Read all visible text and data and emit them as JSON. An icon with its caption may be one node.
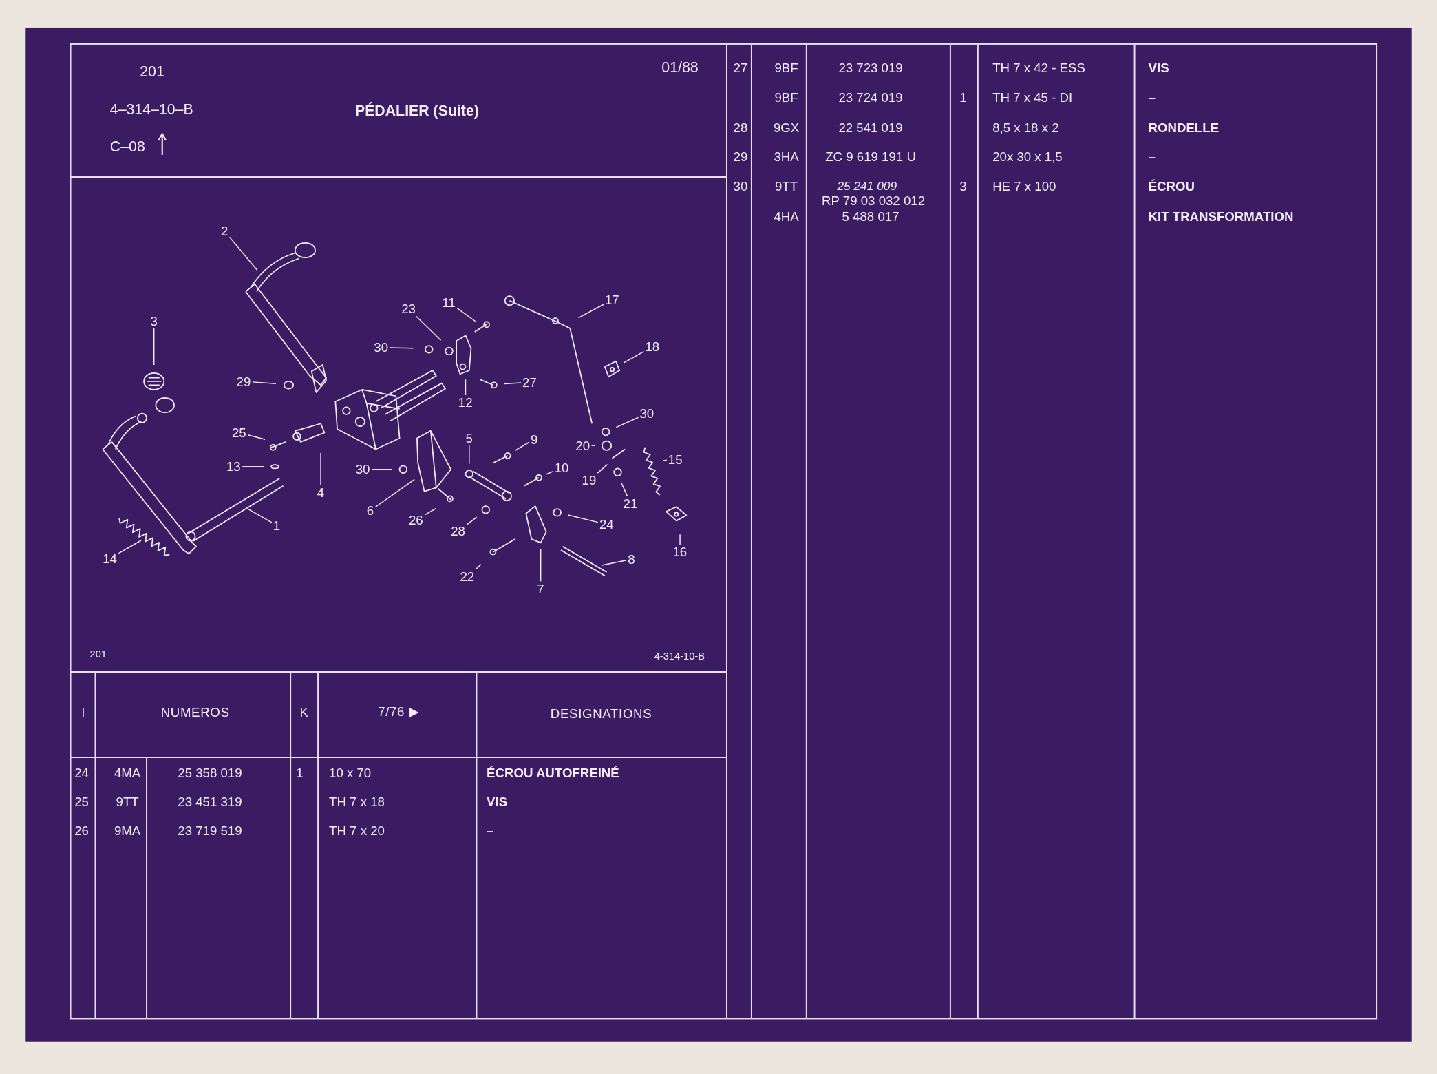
{
  "diagram": {
    "title": "PÉDALIER (Suite)",
    "nodes": [
      {
        "text": [
          "2"
        ]
      },
      {
        "text": [
          "17"
        ]
      },
      {
        "text": [
          "11"
        ]
      },
      {
        "text": [
          "3"
        ]
      },
      {
        "text": [
          "23"
        ]
      },
      {
        "text": [
          "30"
        ]
      },
      {
        "text": [
          "18"
        ]
      },
      {
        "text": [
          "29"
        ]
      },
      {
        "text": [
          "27"
        ]
      },
      {
        "text": [
          "12"
        ]
      },
      {
        "text": [
          "30"
        ]
      },
      {
        "text": [
          "25"
        ]
      },
      {
        "text": [
          "5"
        ]
      },
      {
        "text": [
          "9"
        ]
      },
      {
        "text": [
          "20"
        ]
      },
      {
        "text": [
          "15"
        ]
      },
      {
        "text": [
          "13"
        ]
      },
      {
        "text": [
          "30"
        ]
      },
      {
        "text": [
          "10"
        ]
      },
      {
        "text": [
          "19"
        ]
      },
      {
        "text": [
          "4"
        ]
      },
      {
        "text": [
          "21"
        ]
      },
      {
        "text": [
          "6"
        ]
      },
      {
        "text": [
          "26"
        ]
      },
      {
        "text": [
          "24"
        ]
      },
      {
        "text": [
          "1"
        ]
      },
      {
        "text": [
          "28"
        ]
      },
      {
        "text": [
          "16"
        ]
      },
      {
        "text": [
          "14"
        ]
      },
      {
        "text": [
          "8"
        ]
      },
      {
        "text": [
          "22"
        ]
      },
      {
        "text": [
          "7"
        ]
      }
    ],
    "edges": [
      {
        "from": 0,
        "to": null,
        "arrow": "none"
      },
      {
        "from": 1,
        "to": null,
        "arrow": "none"
      },
      {
        "from": 2,
        "to": null,
        "arrow": "none"
      },
      {
        "from": 3,
        "to": null,
        "arrow": "none"
      },
      {
        "from": 4,
        "to": null,
        "arrow": "none"
      },
      {
        "from": 5,
        "to": null,
        "arrow": "none"
      },
      {
        "from": 6,
        "to": null,
        "arrow": "none"
      },
      {
        "from": 7,
        "to": null,
        "arrow": "none"
      },
      {
        "from": 8,
        "to": null,
        "arrow": "none"
      },
      {
        "from": 9,
        "to": null,
        "arrow": "none"
      },
      {
        "from": 10,
        "to": null,
        "arrow": "none"
      },
      {
        "from": 11,
        "to": null,
        "arrow": "none"
      },
      {
        "from": 12,
        "to": null,
        "arrow": "none"
      },
      {
        "from": 13,
        "to": null,
        "arrow": "none"
      },
      {
        "from": 14,
        "to": null,
        "arrow": "none"
      },
      {
        "from": 15,
        "to": null,
        "arrow": "none"
      },
      {
        "from": 16,
        "to": null,
        "arrow": "none"
      },
      {
        "from": 17,
        "to": null,
        "arrow": "none"
      },
      {
        "from": 18,
        "to": null,
        "arrow": "none"
      },
      {
        "from": 19,
        "to": null,
        "arrow": "none"
      },
      {
        "from": 20,
        "to": null,
        "arrow": "none"
      },
      {
        "from": 21,
        "to": null,
        "arrow": "none"
      },
      {
        "from": 22,
        "to": null,
        "arrow": "none"
      },
      {
        "from": 23,
        "to": null,
        "arrow": "none"
      },
      {
        "from": 24,
        "to": null,
        "arrow": "none"
      },
      {
        "from": 25,
        "to": null,
        "arrow": "none"
      },
      {
        "from": 26,
        "to": null,
        "arrow": "none"
      },
      {
        "from": 27,
        "to": null,
        "arrow": "none"
      },
      {
        "from": 28,
        "to": null,
        "arrow": "none"
      },
      {
        "from": 29,
        "to": null,
        "arrow": "none"
      },
      {
        "from": 30,
        "to": null,
        "arrow": "none"
      },
      {
        "from": 31,
        "to": null,
        "arrow": "none"
      }
    ],
    "labels": [
      "201",
      "4–314–10–B",
      "C–08",
      "01/88",
      "201",
      "4-314-10-B",
      "I",
      "NUMEROS",
      "K",
      "7/76 ▶",
      "DESIGNATIONS",
      "24",
      "4MA",
      "25 358 019",
      "1",
      "10 x 70",
      "ÉCROU AUTOFREINÉ",
      "25",
      "9TT",
      "23 451 319",
      "TH 7 x 18",
      "VIS",
      "26",
      "9MA",
      "23 719 519",
      "TH 7 x 20",
      "–",
      "27",
      "9BF",
      "23 723 019",
      "TH 7 x 42 - ESS",
      "VIS",
      "9BF",
      "23 724 019",
      "1",
      "TH 7 x 45 - DI",
      "–",
      "28",
      "9GX",
      "22 541 019",
      "8,5 x 18 x 2",
      "RONDELLE",
      "29",
      "3HA",
      "ZC 9 619 191 U",
      "20x 30 x 1,5",
      "–",
      "30",
      "9TT",
      "25 241 009",
      "3",
      "HE 7 x 100",
      "ÉCROU",
      "RP 79 03 032 012",
      "4HA",
      "5 488 017",
      "KIT TRANSFORMATION"
    ]
  }
}
